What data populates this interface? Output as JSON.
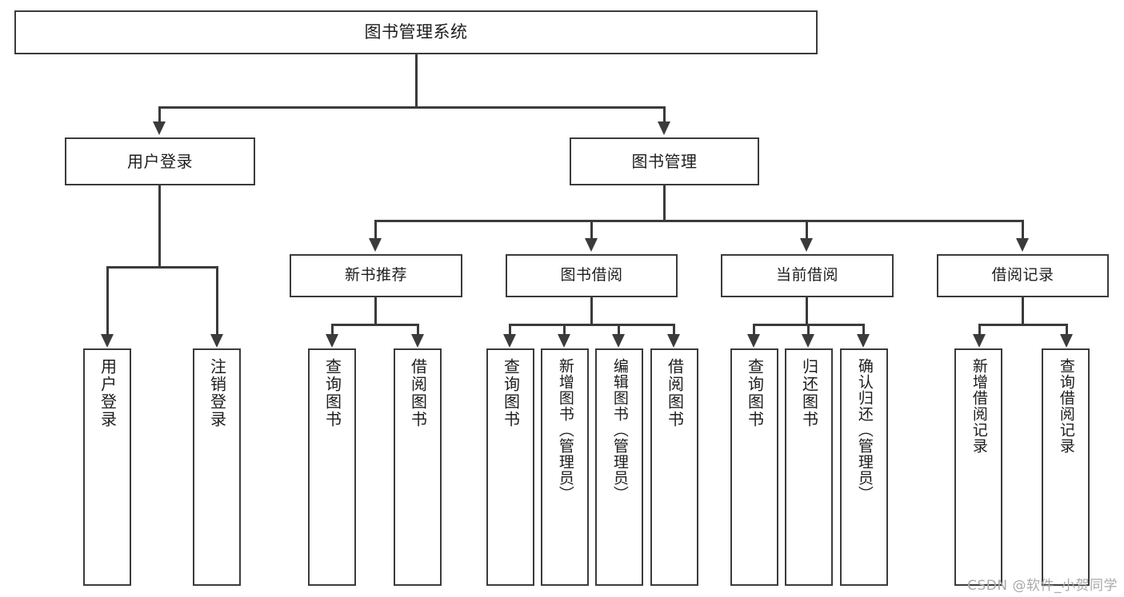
{
  "diagram": {
    "title": "图书管理系统",
    "type": "tree-hierarchy",
    "root": {
      "label": "图书管理系统"
    },
    "level2": [
      {
        "label": "用户登录"
      },
      {
        "label": "图书管理"
      }
    ],
    "level3": [
      {
        "label": "新书推荐"
      },
      {
        "label": "图书借阅"
      },
      {
        "label": "当前借阅"
      },
      {
        "label": "借阅记录"
      }
    ],
    "leaves": {
      "user_login": [
        {
          "label": "用户登录"
        },
        {
          "label": "注销登录"
        }
      ],
      "new_book_recommend": [
        {
          "label": "查询图书"
        },
        {
          "label": "借阅图书"
        }
      ],
      "book_borrow": [
        {
          "label": "查询图书"
        },
        {
          "label": "新增图书（管理员）"
        },
        {
          "label": "编辑图书（管理员）"
        },
        {
          "label": "借阅图书"
        }
      ],
      "current_borrow": [
        {
          "label": "查询图书"
        },
        {
          "label": "归还图书"
        },
        {
          "label": "确认归还（管理员）"
        }
      ],
      "borrow_record": [
        {
          "label": "新增借阅记录"
        },
        {
          "label": "查询借阅记录"
        }
      ]
    }
  },
  "watermark": {
    "text": "CSDN @软件_小贺同学"
  },
  "colors": {
    "stroke": "#3b3b3b",
    "text": "#1d1d1d",
    "background": "#ffffff",
    "watermark": "#a9a9a9"
  }
}
